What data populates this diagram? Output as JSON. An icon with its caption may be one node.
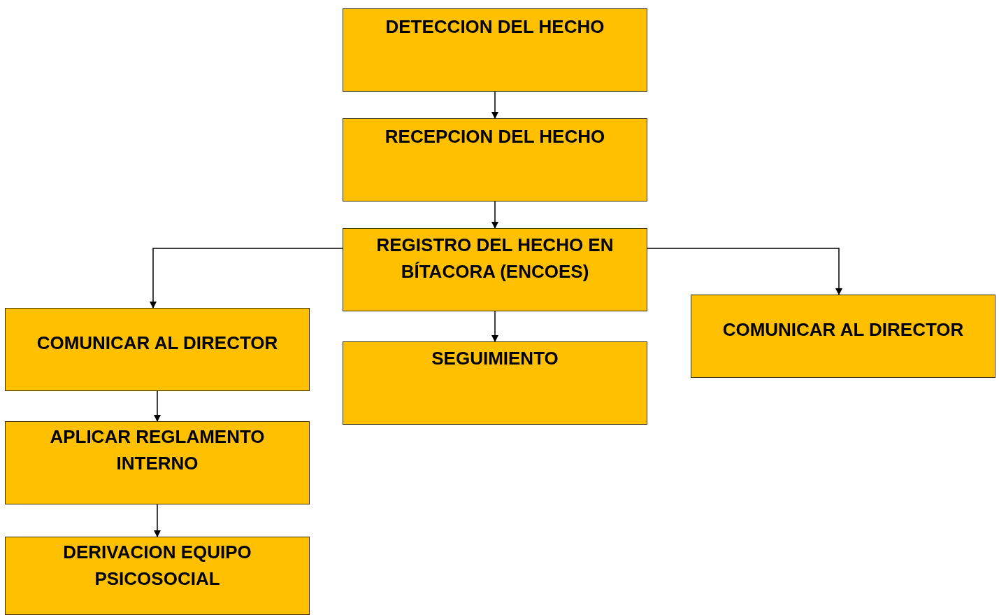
{
  "diagram": {
    "nodes": [
      {
        "text": [
          "DETECCION DEL HECHO"
        ]
      },
      {
        "text": [
          "RECEPCION DEL HECHO"
        ]
      },
      {
        "text": [
          "REGISTRO DEL HECHO EN BÍTACORA (ENCOES)"
        ]
      },
      {
        "text": [
          "COMUNICAR AL DIRECTOR"
        ]
      },
      {
        "text": [
          "SEGUIMIENTO"
        ]
      },
      {
        "text": [
          "COMUNICAR AL DIRECTOR"
        ]
      },
      {
        "text": [
          "APLICAR REGLAMENTO INTERNO"
        ]
      },
      {
        "text": [
          "DERIVACION EQUIPO PSICOSOCIAL"
        ]
      }
    ],
    "edges": [
      {
        "from": 0,
        "to": 1,
        "arrow": "to"
      },
      {
        "from": 1,
        "to": 2,
        "arrow": "to"
      },
      {
        "from": 2,
        "to": 3,
        "arrow": "to"
      },
      {
        "from": 2,
        "to": 4,
        "arrow": "to"
      },
      {
        "from": 2,
        "to": 5,
        "arrow": "to"
      },
      {
        "from": 3,
        "to": 6,
        "arrow": "to"
      },
      {
        "from": 6,
        "to": 7,
        "arrow": "to"
      }
    ]
  }
}
